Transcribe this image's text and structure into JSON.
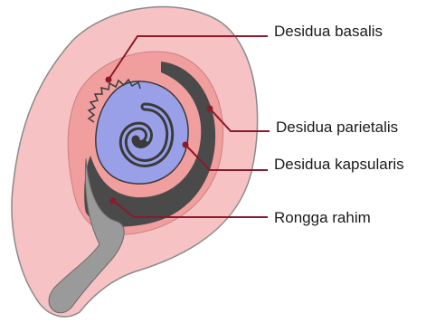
{
  "labels": {
    "desidua_basalis": "Desidua basalis",
    "desidua_parietalis": "Desidua parietalis",
    "desidua_kapsularis": "Desidua kapsularis",
    "rongga_rahim": "Rongga rahim"
  },
  "colors": {
    "uterus_wall": "#f7c2c4",
    "uterus_outline": "#8a8a8a",
    "decidua": "#f19e9f",
    "chorion": "#9aa0e8",
    "chorion_outline": "#3a3a3a",
    "cavity": "#4a4a4a",
    "canal": "#9a9a9a",
    "leader_line": "#8b1a2a",
    "label_text": "#1a1a1a"
  }
}
